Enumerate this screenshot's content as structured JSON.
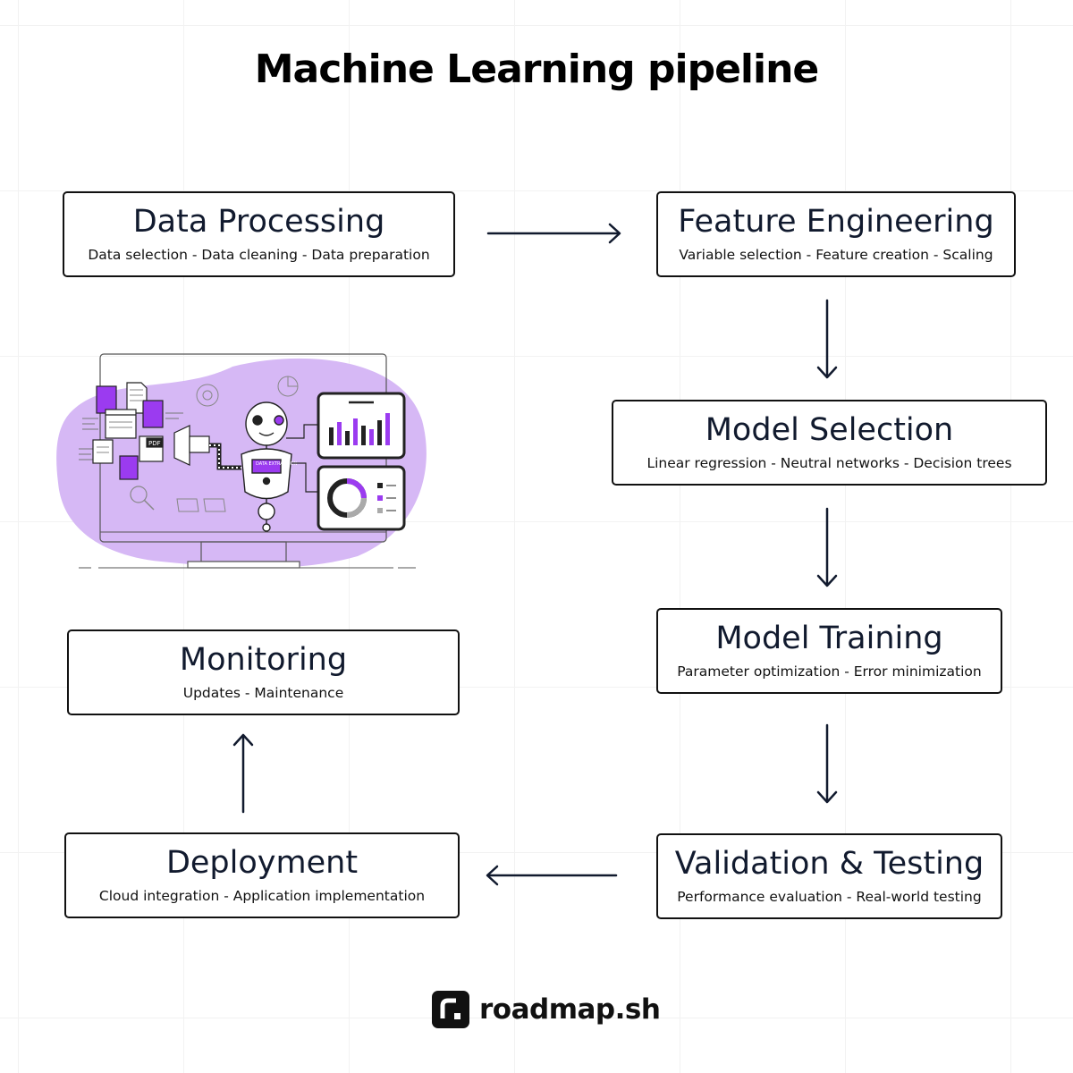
{
  "title": "Machine Learning pipeline",
  "steps": {
    "data_processing": {
      "title": "Data Processing",
      "subtitle": "Data selection - Data cleaning - Data preparation"
    },
    "feature_engineering": {
      "title": "Feature Engineering",
      "subtitle": "Variable selection - Feature creation - Scaling"
    },
    "model_selection": {
      "title": "Model Selection",
      "subtitle": "Linear regression - Neutral networks - Decision trees"
    },
    "model_training": {
      "title": "Model Training",
      "subtitle": "Parameter optimization - Error minimization"
    },
    "validation_testing": {
      "title": "Validation & Testing",
      "subtitle": "Performance evaluation - Real-world testing"
    },
    "deployment": {
      "title": "Deployment",
      "subtitle": "Cloud integration - Application implementation"
    },
    "monitoring": {
      "title": "Monitoring",
      "subtitle": "Updates - Maintenance"
    }
  },
  "illustration": {
    "robot_badge": "DATA EXTRACTION",
    "pdf_tag": "PDF"
  },
  "footer": {
    "brand": "roadmap.sh"
  },
  "colors": {
    "accent": "#9b3bf0",
    "blob": "#d6b8f5",
    "ink": "#111111"
  }
}
